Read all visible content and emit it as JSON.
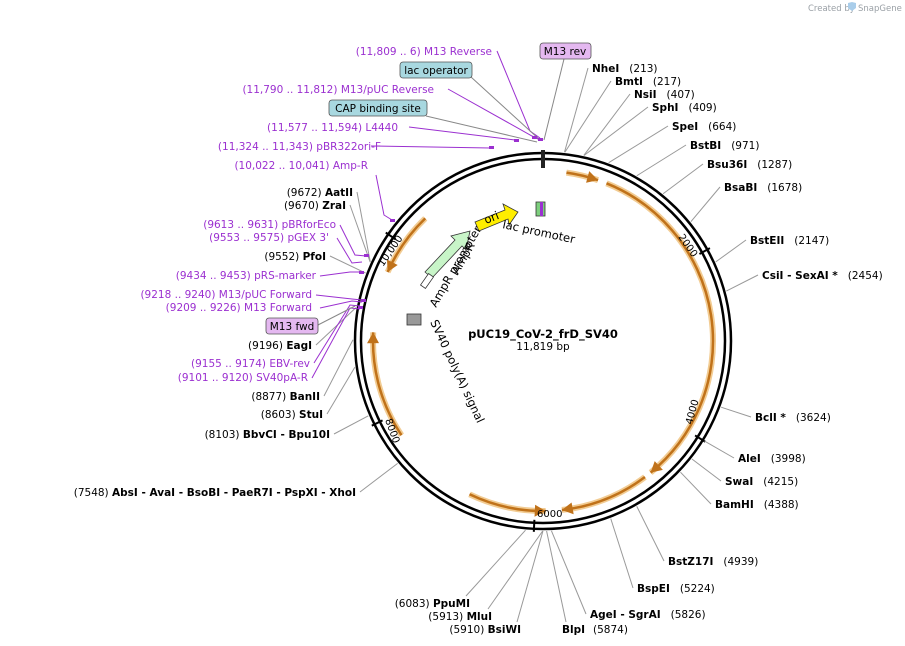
{
  "credit": {
    "created_by": "Created by",
    "brand": "SnapGene"
  },
  "plasmid": {
    "name": "pUC19_CoV-2_frD_SV40",
    "length": "11,819 bp"
  },
  "ticks": [
    "2000",
    "4000",
    "6000",
    "8000",
    "10,000"
  ],
  "right_enzymes": [
    {
      "name": "NheI",
      "pos": "(213)"
    },
    {
      "name": "BmtI",
      "pos": "(217)"
    },
    {
      "name": "NsiI",
      "pos": "(407)"
    },
    {
      "name": "SphI",
      "pos": "(409)"
    },
    {
      "name": "SpeI",
      "pos": "(664)"
    },
    {
      "name": "BstBI",
      "pos": "(971)"
    },
    {
      "name": "Bsu36I",
      "pos": "(1287)"
    },
    {
      "name": "BsaBI",
      "pos": "(1678)"
    },
    {
      "name": "BstEII",
      "pos": "(2147)"
    },
    {
      "name": "CsiI  - SexAI *",
      "pos": "(2454)"
    },
    {
      "name": "BclI *",
      "pos": "(3624)"
    },
    {
      "name": "AleI",
      "pos": "(3998)"
    },
    {
      "name": "SwaI",
      "pos": "(4215)"
    },
    {
      "name": "BamHI",
      "pos": "(4388)"
    },
    {
      "name": "BstZ17I",
      "pos": "(4939)"
    },
    {
      "name": "BspEI",
      "pos": "(5224)"
    },
    {
      "name": "AgeI  - SgrAI",
      "pos": "(5826)"
    }
  ],
  "bottom_enzymes": [
    {
      "name": "PpuMI",
      "pos": "(6083)"
    },
    {
      "name": "MluI",
      "pos": "(5913)"
    },
    {
      "name": "BsiWI",
      "pos": "(5910)"
    },
    {
      "name": "BlpI",
      "pos": "(5874)"
    }
  ],
  "left_enzymes": [
    {
      "name": "AatII",
      "pos": "(9672)"
    },
    {
      "name": "ZraI",
      "pos": "(9670)"
    },
    {
      "name": "PfoI",
      "pos": "(9552)"
    },
    {
      "name": "EagI",
      "pos": "(9196)"
    },
    {
      "name": "BanII",
      "pos": "(8877)"
    },
    {
      "name": "StuI",
      "pos": "(8603)"
    },
    {
      "name": "BbvCI  - Bpu10I",
      "pos": "(8103)"
    },
    {
      "name": "AbsI  - AvaI  - BsoBI  - PaeR7I  - PspXI  - XhoI",
      "pos": "(7548)"
    }
  ],
  "primers": [
    {
      "range": "(11,809 .. 6)",
      "name": "M13 Reverse"
    },
    {
      "range": "(11,790 .. 11,812)",
      "name": "M13/pUC Reverse"
    },
    {
      "range": "(11,577 .. 11,594)",
      "name": "L4440"
    },
    {
      "range": "(11,324 .. 11,343)",
      "name": "pBR322ori-F"
    },
    {
      "range": "(10,022 .. 10,041)",
      "name": "Amp-R"
    },
    {
      "range": "(9613 .. 9631)",
      "name": "pBRforEco"
    },
    {
      "range": "(9553 .. 9575)",
      "name": "pGEX 3'"
    },
    {
      "range": "(9434 .. 9453)",
      "name": "pRS-marker"
    },
    {
      "range": "(9218 .. 9240)",
      "name": "M13/pUC Forward"
    },
    {
      "range": "(9209 .. 9226)",
      "name": "M13 Forward"
    },
    {
      "range": "(9155 .. 9174)",
      "name": "EBV-rev"
    },
    {
      "range": "(9101 .. 9120)",
      "name": "SV40pA-R"
    }
  ],
  "boxed_labels": {
    "m13_rev": "M13 rev",
    "lac_operator": "lac operator",
    "cap_binding_site": "CAP binding site",
    "m13_fwd": "M13 fwd"
  },
  "features": {
    "ori": "ori",
    "lac_promoter": "lac promoter",
    "ampr": "AmpR",
    "ampr_promoter": "AmpR promoter",
    "sv40": "SV40 poly(A) signal"
  },
  "colors": {
    "primer": "#9b30d0",
    "orf": "#e8a33a",
    "ori": "#ffee00",
    "ampr": "#c8f5c8",
    "operator": "#a8d8e0",
    "primer_box": "#e4b8f0"
  }
}
